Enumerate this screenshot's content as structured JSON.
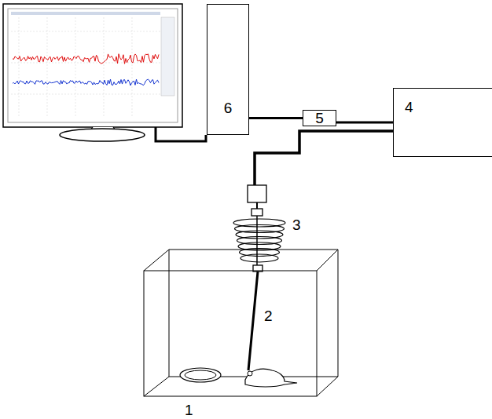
{
  "diagram": {
    "nodes": [
      {
        "text": [
          "6"
        ]
      },
      {
        "text": [
          "5"
        ]
      },
      {
        "text": [
          "4"
        ]
      }
    ],
    "edges": [
      {
        "from": 0,
        "to": 1,
        "arrow": "none"
      },
      {
        "from": 1,
        "to": 2,
        "arrow": "none"
      }
    ],
    "labels": [
      "1",
      "2",
      "3"
    ]
  }
}
